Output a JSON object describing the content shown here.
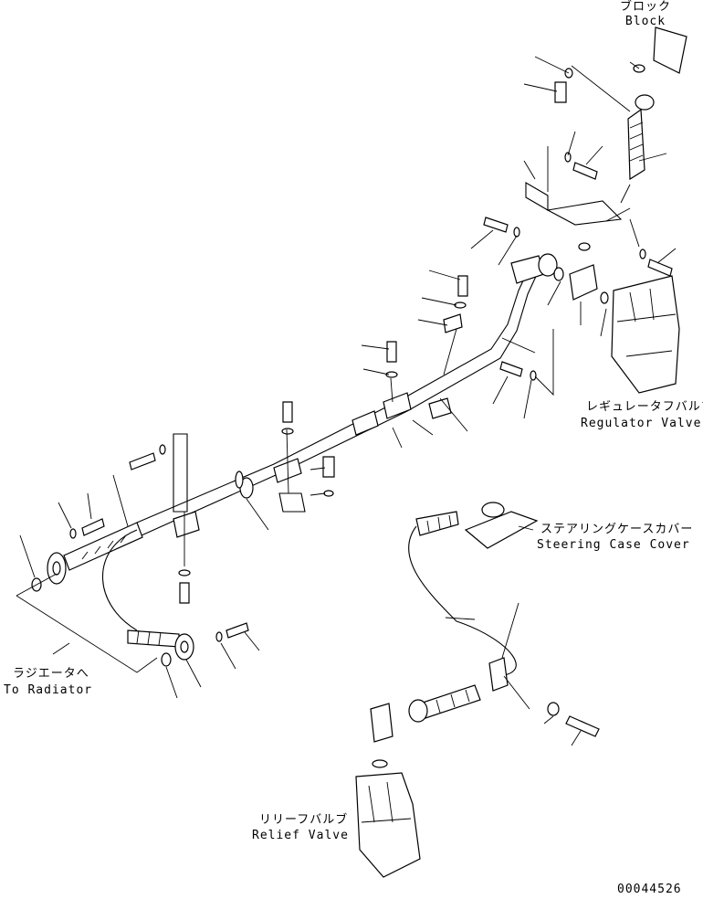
{
  "labels": {
    "block_jp": "ブロック",
    "block_en": "Block",
    "regulator_jp": "レギュレータフバルブ",
    "regulator_en": "Regulator Valve",
    "steering_jp": "ステアリングケースカバー",
    "steering_en": "Steering Case Cover",
    "radiator_jp": "ラジエータへ",
    "radiator_en": "To Radiator",
    "relief_jp": "リリーフバルブ",
    "relief_en": "Relief Valve"
  },
  "drawing_number": "00044526"
}
